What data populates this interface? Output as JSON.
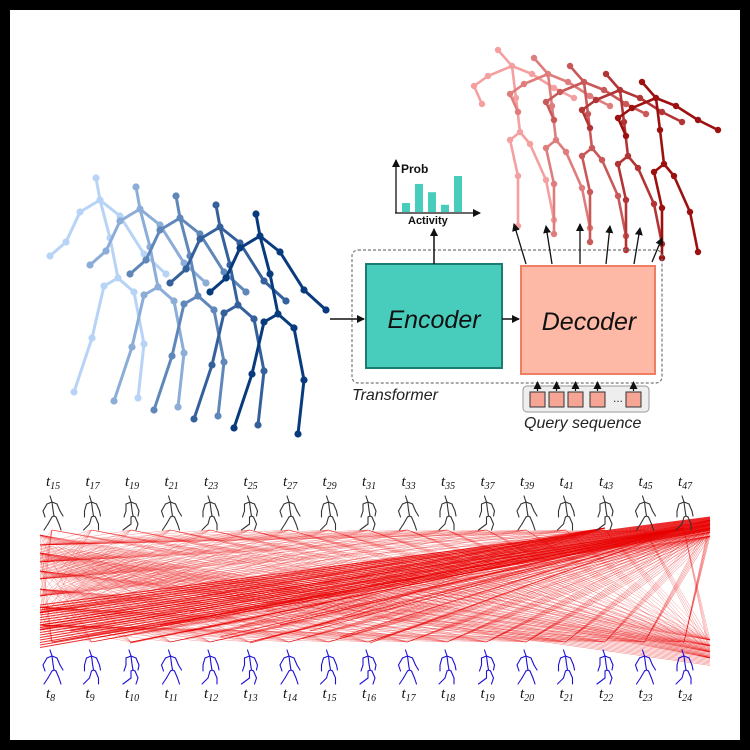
{
  "encoder_label": "Encoder",
  "decoder_label": "Decoder",
  "transformer_label": "Transformer",
  "query_label": "Query sequence",
  "query_ellipsis": "...",
  "prob_label": "Prob",
  "activity_label": "Activity",
  "colors": {
    "frame": "#000000",
    "encoder_fill": "#48cdbd",
    "encoder_stroke": "#1d7c70",
    "decoder_fill": "#fdb8a6",
    "decoder_stroke": "#ef7f62",
    "query_box": "#f6a595",
    "attention": "#e80000",
    "target_pose": "#1c10d8",
    "input_pose_light": "#b7d3f6",
    "input_pose_dark": "#083b7e",
    "output_pose_light": "#f5a0a0",
    "output_pose_dark": "#9c1010",
    "histogram": "#48cdbd"
  },
  "histogram_values": [
    0.25,
    0.78,
    0.55,
    0.2,
    1.0
  ],
  "top_time_labels": [
    {
      "base": "t",
      "sub": "15"
    },
    {
      "base": "t",
      "sub": "17"
    },
    {
      "base": "t",
      "sub": "19"
    },
    {
      "base": "t",
      "sub": "21"
    },
    {
      "base": "t",
      "sub": "23"
    },
    {
      "base": "t",
      "sub": "25"
    },
    {
      "base": "t",
      "sub": "27"
    },
    {
      "base": "t",
      "sub": "29"
    },
    {
      "base": "t",
      "sub": "31"
    },
    {
      "base": "t",
      "sub": "33"
    },
    {
      "base": "t",
      "sub": "35"
    },
    {
      "base": "t",
      "sub": "37"
    },
    {
      "base": "t",
      "sub": "39"
    },
    {
      "base": "t",
      "sub": "41"
    },
    {
      "base": "t",
      "sub": "43"
    },
    {
      "base": "t",
      "sub": "45"
    },
    {
      "base": "t",
      "sub": "47"
    }
  ],
  "bottom_time_labels": [
    {
      "base": "t",
      "sub": "8"
    },
    {
      "base": "t",
      "sub": "9"
    },
    {
      "base": "t",
      "sub": "10"
    },
    {
      "base": "t",
      "sub": "11"
    },
    {
      "base": "t",
      "sub": "12"
    },
    {
      "base": "t",
      "sub": "13"
    },
    {
      "base": "t",
      "sub": "14"
    },
    {
      "base": "t",
      "sub": "15"
    },
    {
      "base": "t",
      "sub": "16"
    },
    {
      "base": "t",
      "sub": "17"
    },
    {
      "base": "t",
      "sub": "18"
    },
    {
      "base": "t",
      "sub": "19"
    },
    {
      "base": "t",
      "sub": "20"
    },
    {
      "base": "t",
      "sub": "21"
    },
    {
      "base": "t",
      "sub": "22"
    },
    {
      "base": "t",
      "sub": "23"
    },
    {
      "base": "t",
      "sub": "24"
    }
  ]
}
